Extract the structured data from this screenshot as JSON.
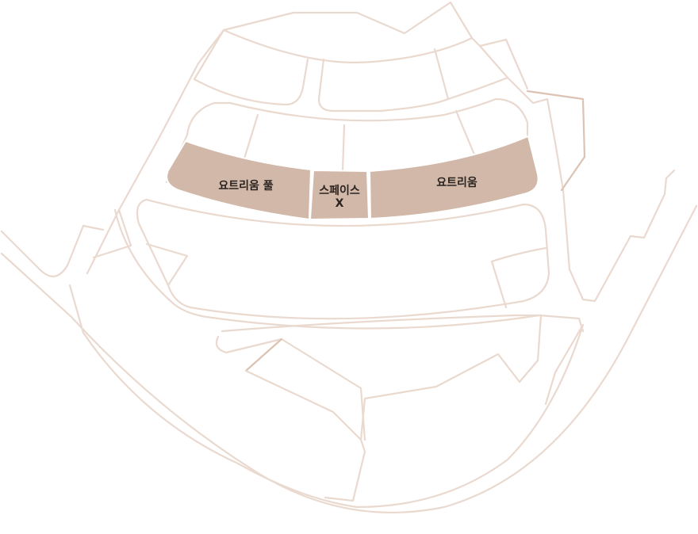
{
  "map": {
    "colors": {
      "background": "#ffffff",
      "outline": "#ead9cf",
      "outline_dark": "#dcc3b4",
      "highlight": "#d1b8a8",
      "label": "#2b2320"
    },
    "zones": [
      {
        "id": "zone-atrium-pool",
        "label": "요트리움 풀",
        "highlighted": true
      },
      {
        "id": "zone-space-x",
        "label_line1": "스페이스",
        "label_line2": "X",
        "highlighted": true
      },
      {
        "id": "zone-atrium",
        "label": "요트리움",
        "highlighted": true
      }
    ]
  }
}
